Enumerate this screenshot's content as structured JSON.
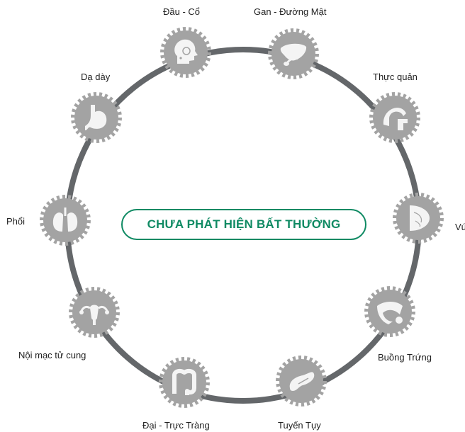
{
  "status_label": "CHƯA PHÁT HIỆN BẤT THƯỜNG",
  "colors": {
    "ring": "#64676a",
    "gear": "#a3a3a3",
    "icon_fill": "#f4f4f4",
    "accent": "#0f8a63",
    "text": "#222222"
  },
  "organs": [
    {
      "label": "Đầu - Cổ",
      "icon": "head-neck-icon"
    },
    {
      "label": "Gan - Đường Mật",
      "icon": "liver-icon"
    },
    {
      "label": "Thực quản",
      "icon": "esophagus-icon"
    },
    {
      "label": "Vú",
      "icon": "breast-icon"
    },
    {
      "label": "Buồng  Trứng",
      "icon": "ovary-icon"
    },
    {
      "label": "Tuyến Tụy",
      "icon": "pancreas-icon"
    },
    {
      "label": "Đại - Trực Tràng",
      "icon": "colon-icon"
    },
    {
      "label": "Nội mạc tử cung",
      "icon": "uterus-icon"
    },
    {
      "label": "Phổi",
      "icon": "lung-icon"
    },
    {
      "label": "Dạ dày",
      "icon": "stomach-icon"
    }
  ]
}
